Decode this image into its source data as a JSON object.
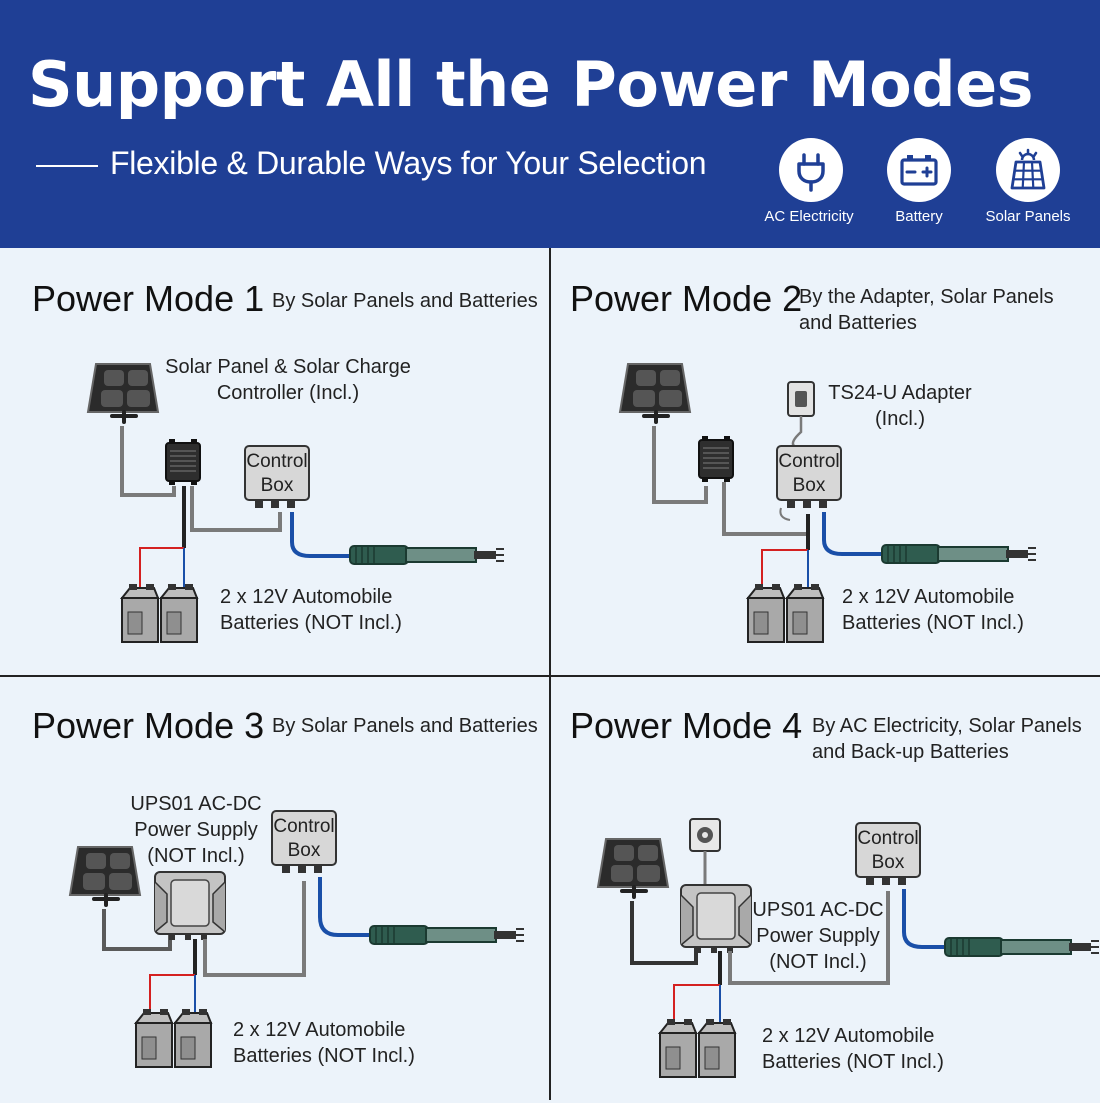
{
  "header": {
    "title": "Support All the Power Modes",
    "subtitle": "Flexible & Durable Ways for Your Selection",
    "icons": [
      {
        "name": "plug-icon",
        "label": "AC Electricity"
      },
      {
        "name": "battery-icon",
        "label": "Battery"
      },
      {
        "name": "solar-panel-icon",
        "label": "Solar Panels"
      }
    ],
    "background_color": "#1f3f95"
  },
  "modes": [
    {
      "title": "Power Mode 1",
      "description": "By Solar Panels and Batteries",
      "labels": {
        "solar": "Solar Panel & Solar Charge\nController (Incl.)",
        "control": "Control\nBox",
        "batteries": "2 x 12V Automobile\nBatteries (NOT Incl.)",
        "battery_voltage": "12V"
      }
    },
    {
      "title": "Power Mode 2",
      "description": "By the Adapter, Solar Panels\nand Batteries",
      "labels": {
        "adapter": "TS24-U Adapter\n(Incl.)",
        "control": "Control\nBox",
        "batteries": "2 x 12V Automobile\nBatteries (NOT Incl.)",
        "battery_voltage": "12V"
      }
    },
    {
      "title": "Power Mode 3",
      "description": "By Solar Panels and Batteries",
      "labels": {
        "power_supply": "UPS01 AC-DC\nPower Supply\n(NOT Incl.)",
        "control": "Control\nBox",
        "batteries": "2 x 12V Automobile\nBatteries (NOT Incl.)",
        "battery_voltage": "12V"
      }
    },
    {
      "title": "Power Mode 4",
      "description": "By AC Electricity, Solar Panels\nand Back-up Batteries",
      "labels": {
        "power_supply": "UPS01 AC-DC\nPower Supply\n(NOT Incl.)",
        "control": "Control\nBox",
        "batteries": "2 x 12V Automobile\nBatteries (NOT Incl.)",
        "battery_voltage": "12V"
      }
    }
  ],
  "colors": {
    "wire_gray": "#7a7a7a",
    "wire_blue": "#1a4fa8",
    "wire_red": "#d42020",
    "actuator_green": "#2f5c4f"
  }
}
